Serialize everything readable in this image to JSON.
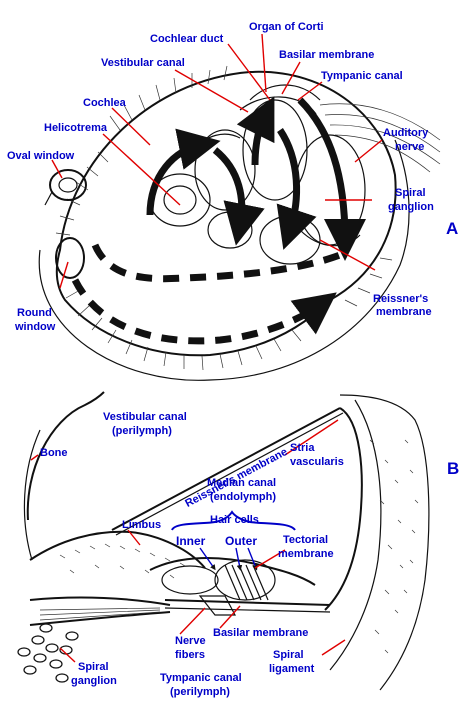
{
  "panels": {
    "a": "A",
    "b": "B"
  },
  "colors": {
    "label": "#0000c8",
    "leader": "#e00000",
    "ink": "#111111"
  },
  "diagram_a": {
    "organ_of_corti": "Organ of Corti",
    "cochlear_duct": "Cochlear duct",
    "basilar_membrane": "Basilar membrane",
    "vestibular_canal": "Vestibular canal",
    "tympanic_canal": "Tympanic canal",
    "cochlea": "Cochlea",
    "auditory_nerve": [
      "Auditory",
      "nerve"
    ],
    "helicotrema": "Helicotrema",
    "oval_window": "Oval window",
    "spiral_ganglion": [
      "Spiral",
      "ganglion"
    ],
    "round_window": [
      "Round",
      "window"
    ],
    "reissners_membrane": [
      "Reissner's",
      "membrane"
    ]
  },
  "diagram_b": {
    "vestibular_canal": [
      "Vestibular canal",
      "(perilymph)"
    ],
    "bone": "Bone",
    "reissners_membrane": "Reissner's membrane",
    "stria_vascularis": [
      "Stria",
      "vascularis"
    ],
    "median_canal": [
      "Median canal",
      "(endolymph)"
    ],
    "limbus": "Limbus",
    "hair_cells": "Hair cells",
    "inner": "Inner",
    "outer": "Outer",
    "tectorial_membrane": [
      "Tectorial",
      "membrane"
    ],
    "nerve_fibers": [
      "Nerve",
      "fibers"
    ],
    "basilar_membrane": "Basilar membrane",
    "spiral_ganglion": [
      "Spiral",
      "ganglion"
    ],
    "tympanic_canal": [
      "Tympanic canal",
      "(perilymph)"
    ],
    "spiral_ligament": [
      "Spiral",
      "ligament"
    ]
  }
}
